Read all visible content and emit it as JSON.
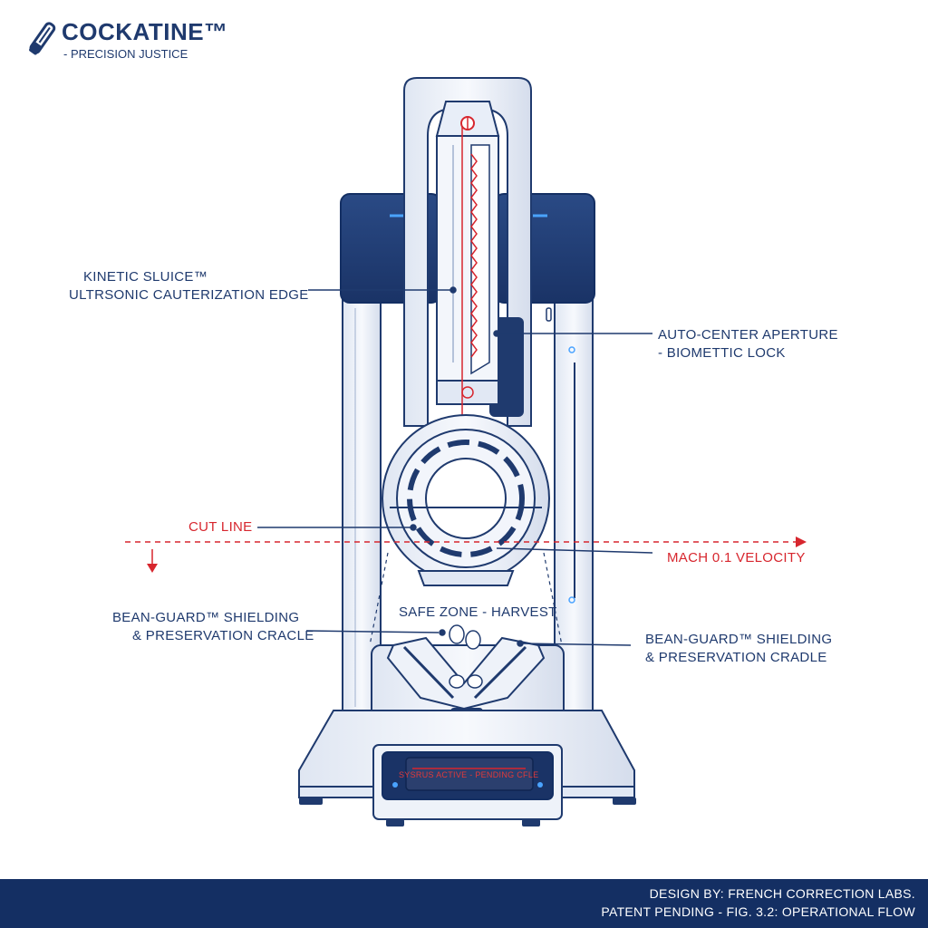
{
  "brand": {
    "title": "COCKATINE™",
    "subtitle": "- PRECISION JUSTICE",
    "logo_icon": "blade-logo-icon"
  },
  "callouts": {
    "blade": {
      "line1": "KINETIC SLUICE™",
      "line2": "ULTRSONIC CAUTERIZATION EDGE"
    },
    "aperture": {
      "line1": "AUTO-CENTER APERTURE",
      "line2": "- BIOMETTIC LOCK"
    },
    "cut_line": "CUT LINE",
    "velocity": "MACH 0.1 VELOCITY",
    "shield_left": {
      "line1": "BEAN-GUARD™ SHIELDING",
      "line2": "& PRESERVATION CRACLE"
    },
    "shield_right": {
      "line1": "BEAN-GUARD™ SHIELDING",
      "line2": "& PRESERVATION CRADLE"
    },
    "safe_zone": "SAFE ZONE - HARVEST"
  },
  "display": {
    "status_text": "SYSRUS ACTIVE - PENDING CFLE"
  },
  "footer": {
    "line1": "DESIGN BY: FRENCH CORRECTION LABS.",
    "line2": "PATENT PENDING - FIG. 3.2: OPERATIONAL FLOW"
  },
  "colors": {
    "navy": "#1f3a6e",
    "dark_navy": "#142f63",
    "red": "#d7262e",
    "light_blue": "#eef2f9",
    "led_blue": "#4aa3ff"
  }
}
